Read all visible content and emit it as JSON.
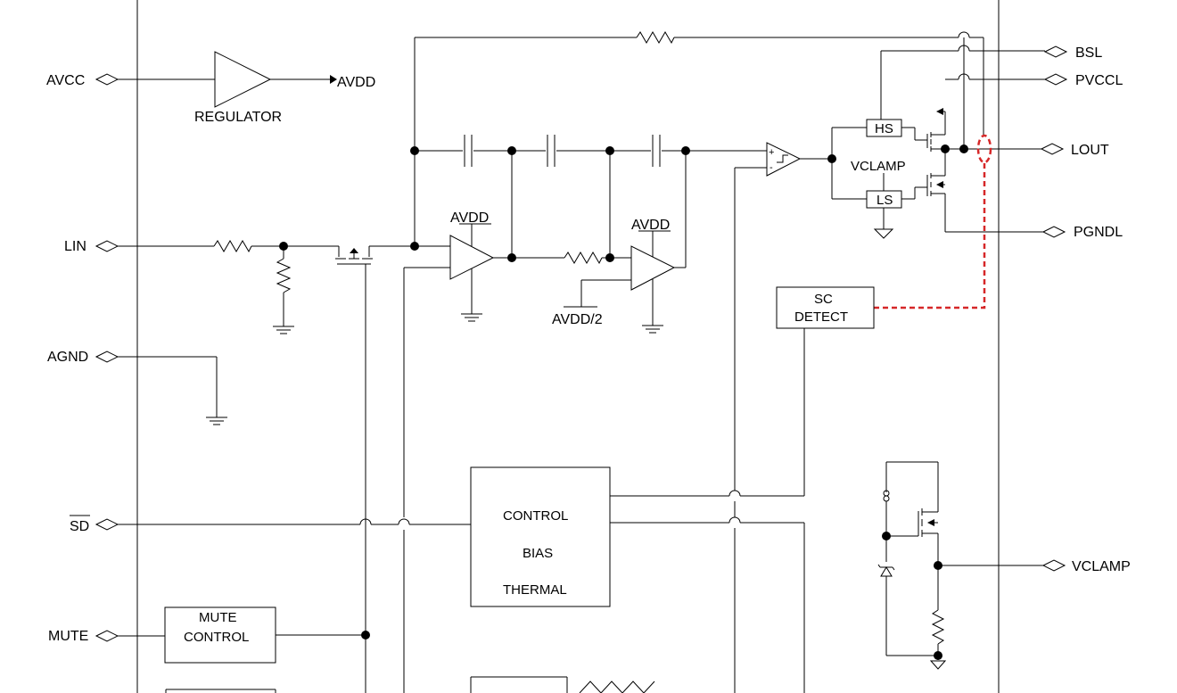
{
  "pins_left": {
    "avcc": "AVCC",
    "lin": "LIN",
    "agnd": "AGND",
    "sd": "SD",
    "mute": "MUTE"
  },
  "pins_right": {
    "bsl": "BSL",
    "pvccl": "PVCCL",
    "lout": "LOUT",
    "pgndl": "PGNDL",
    "vclamp": "VCLAMP"
  },
  "labels": {
    "avdd_reg_out": "AVDD",
    "regulator": "REGULATOR",
    "avdd_amp1": "AVDD",
    "avdd_amp2": "AVDD",
    "avdd_half": "AVDD/2",
    "hs": "HS",
    "ls": "LS",
    "vclamp_internal": "VCLAMP",
    "sc_detect_line1": "SC",
    "sc_detect_line2": "DETECT",
    "control": "CONTROL",
    "bias": "BIAS",
    "thermal": "THERMAL",
    "mute_control_line1": "MUTE",
    "mute_control_line2": "CONTROL",
    "comp_plus": "+",
    "comp_minus": "-"
  },
  "colors": {
    "wire": "#000000",
    "highlight": "#d62728"
  }
}
